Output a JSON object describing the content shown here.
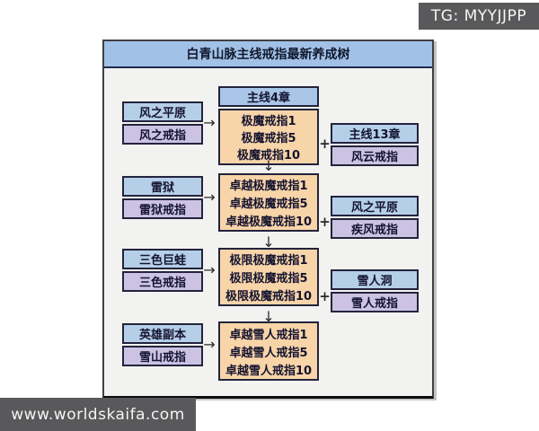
{
  "page": {
    "tg_badge": "TG: MYYJJPP",
    "watermark": "www.worldskaifa.com"
  },
  "panel": {
    "title": "白青山脉主线戒指最新养成树"
  },
  "symbols": {
    "right_arrow": "→",
    "down_arrow": "↓",
    "plus": "+"
  },
  "colors": {
    "title_blue": "#a2c1e7",
    "cell_blue": "#b6cfe9",
    "cell_purple": "#ccc3e2",
    "cell_orange": "#f8d4a9",
    "badge_gray": "#59595b",
    "panel_bg": "#f2f2f0",
    "border_dark": "#23233d"
  },
  "diagram": {
    "rows": [
      {
        "source": {
          "zone": "风之平原",
          "ring": "风之戒指"
        },
        "result": {
          "header": "主线4章",
          "items": [
            "极魔戒指1",
            "极魔戒指5",
            "极魔戒指10"
          ]
        },
        "extra": {
          "zone": "主线13章",
          "ring": "风云戒指"
        }
      },
      {
        "source": {
          "zone": "雷狱",
          "ring": "雷狱戒指"
        },
        "result": {
          "items": [
            "卓越极魔戒指1",
            "卓越极魔戒指5",
            "卓越极魔戒指10"
          ]
        },
        "extra": {
          "zone": "风之平原",
          "ring": "疾风戒指"
        }
      },
      {
        "source": {
          "zone": "三色巨蛙",
          "ring": "三色戒指"
        },
        "result": {
          "items": [
            "极限极魔戒指1",
            "极限极魔戒指5",
            "极限极魔戒指10"
          ]
        },
        "extra": {
          "zone": "雪人洞",
          "ring": "雪人戒指"
        }
      },
      {
        "source": {
          "zone": "英雄副本",
          "ring": "雪山戒指"
        },
        "result": {
          "items": [
            "卓越雪人戒指1",
            "卓越雪人戒指5",
            "卓越雪人戒指10"
          ]
        }
      }
    ]
  }
}
